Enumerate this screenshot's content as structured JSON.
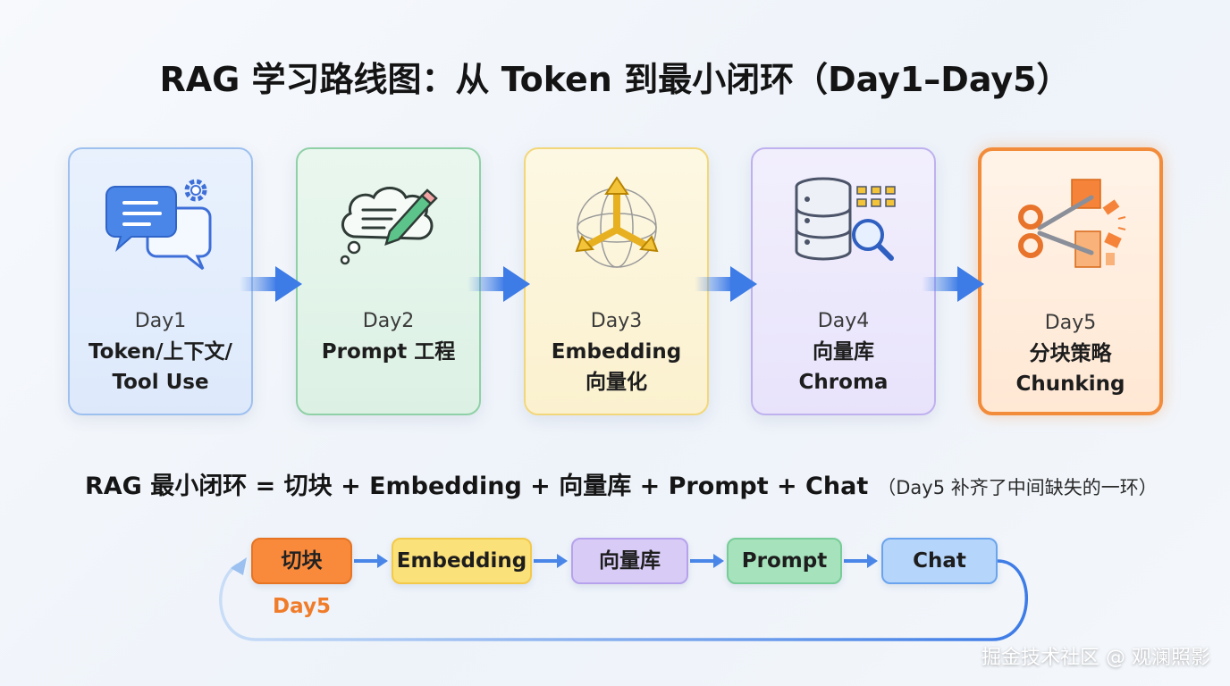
{
  "title": "RAG 学习路线图：从 Token 到最小闭环（Day1–Day5）",
  "cards": [
    {
      "day": "Day1",
      "line1": "Token/上下文/",
      "line2": "Tool Use",
      "icon": "chat-bubbles-gear-icon",
      "accent": "#5b8def"
    },
    {
      "day": "Day2",
      "line1": "Prompt 工程",
      "line2": "",
      "icon": "thought-cloud-pencil-icon",
      "accent": "#3fb36b"
    },
    {
      "day": "Day3",
      "line1": "Embedding",
      "line2": "向量化",
      "icon": "vector-axes-globe-icon",
      "accent": "#e9b52a"
    },
    {
      "day": "Day4",
      "line1": "向量库",
      "line2": "Chroma",
      "icon": "database-search-icon",
      "accent": "#8a78d8"
    },
    {
      "day": "Day5",
      "line1": "分块策略",
      "line2": "Chunking",
      "icon": "scissors-chunks-icon",
      "accent": "#f28c3a"
    }
  ],
  "formula": {
    "main": "RAG 最小闭环 = 切块 + Embedding + 向量库 + Prompt + Chat",
    "note": "（Day5 补齐了中间缺失的一环）"
  },
  "pipeline": [
    {
      "label": "切块",
      "color": "#f98a3c"
    },
    {
      "label": "Embedding",
      "color": "#fbe17a"
    },
    {
      "label": "向量库",
      "color": "#d8cbf6"
    },
    {
      "label": "Prompt",
      "color": "#a6e3bc"
    },
    {
      "label": "Chat",
      "color": "#b6d5fa"
    }
  ],
  "pipeline_tag": "Day5",
  "watermark": "掘金技术社区 @ 观澜照影"
}
